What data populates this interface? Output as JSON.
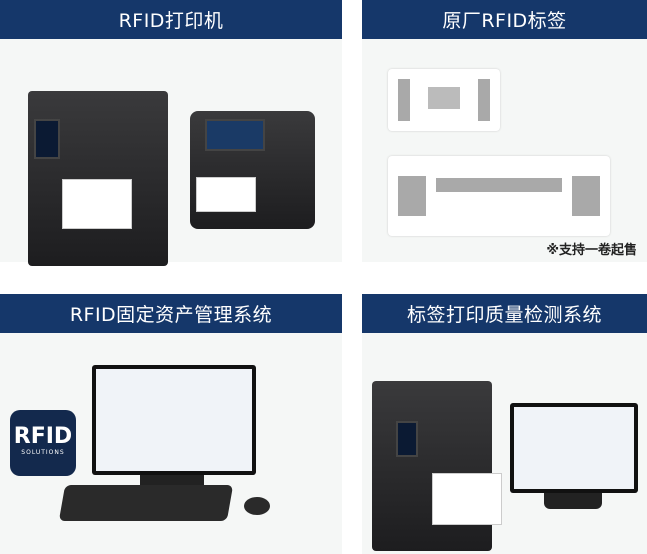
{
  "cards": [
    {
      "title": "RFID打印机"
    },
    {
      "title": "原厂RFID标签",
      "note": "※支持一卷起售"
    },
    {
      "title": "RFID固定资产管理系统",
      "logo_text": "RFID",
      "logo_sub": "SOLUTIONS"
    },
    {
      "title": "标签打印质量检测系统"
    }
  ],
  "colors": {
    "header": "#15376a",
    "card_bg": "#f5f7f6"
  }
}
